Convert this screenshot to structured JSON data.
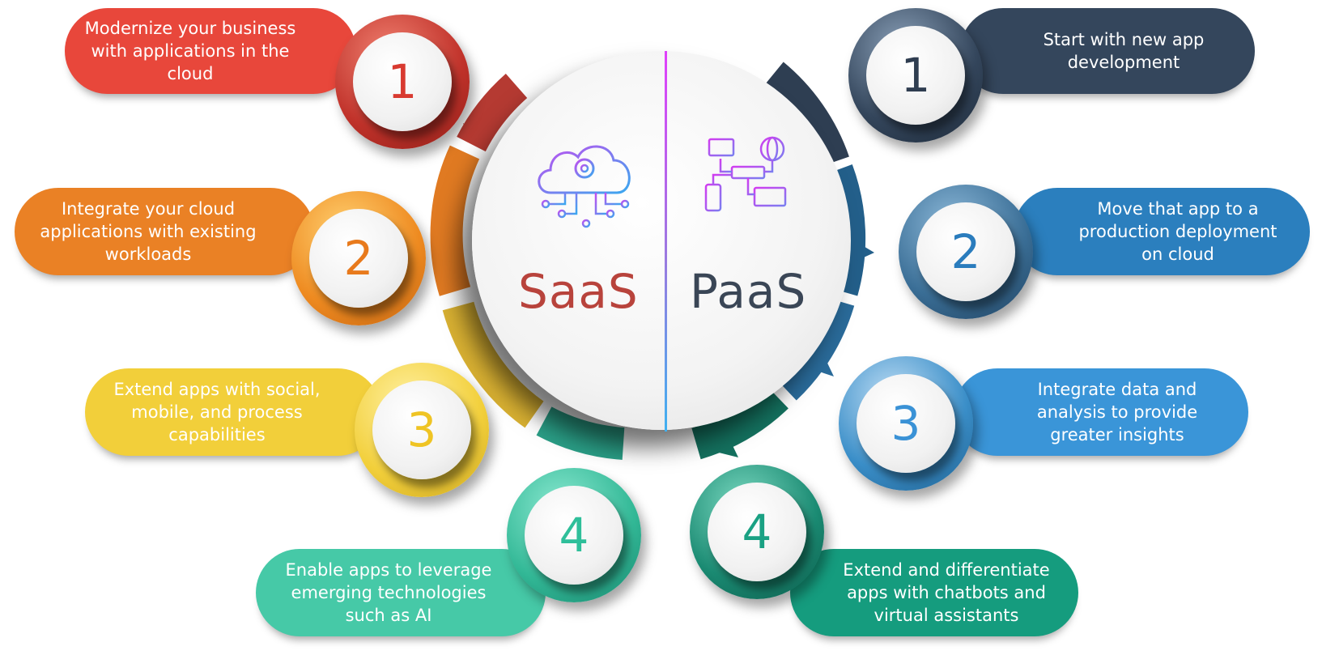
{
  "center": {
    "left_label": "SaaS",
    "right_label": "PaaS"
  },
  "saas_steps": [
    {
      "number": "1",
      "lines": [
        "Modernize your business",
        "with applications in the",
        "cloud"
      ]
    },
    {
      "number": "2",
      "lines": [
        "Integrate your cloud",
        "applications with existing",
        "workloads"
      ]
    },
    {
      "number": "3",
      "lines": [
        "Extend apps with social,",
        "mobile, and process",
        "capabilities"
      ]
    },
    {
      "number": "4",
      "lines": [
        "Enable apps to leverage",
        "emerging technologies",
        "such as AI"
      ]
    }
  ],
  "paas_steps": [
    {
      "number": "1",
      "lines": [
        "Start with new app",
        "development"
      ]
    },
    {
      "number": "2",
      "lines": [
        "Move that app to a",
        "production deployment",
        "on cloud"
      ]
    },
    {
      "number": "3",
      "lines": [
        "Integrate data and",
        "analysis to provide",
        "greater insights"
      ]
    },
    {
      "number": "4",
      "lines": [
        "Extend and differentiate",
        "apps with chatbots and",
        "virtual assistants"
      ]
    }
  ],
  "colors": {
    "saas_1": "#e8473b",
    "saas_2": "#ea8125",
    "saas_3": "#f2cf3a",
    "saas_4": "#46c9a7",
    "paas_1": "#34465c",
    "paas_2": "#2b7fbe",
    "paas_3": "#3a95d8",
    "paas_4": "#159c7e",
    "saas_text": "#b8433c",
    "paas_text": "#3a4656"
  },
  "icons": {
    "saas": "cloud-gear-icon",
    "paas": "network-devices-icon"
  }
}
